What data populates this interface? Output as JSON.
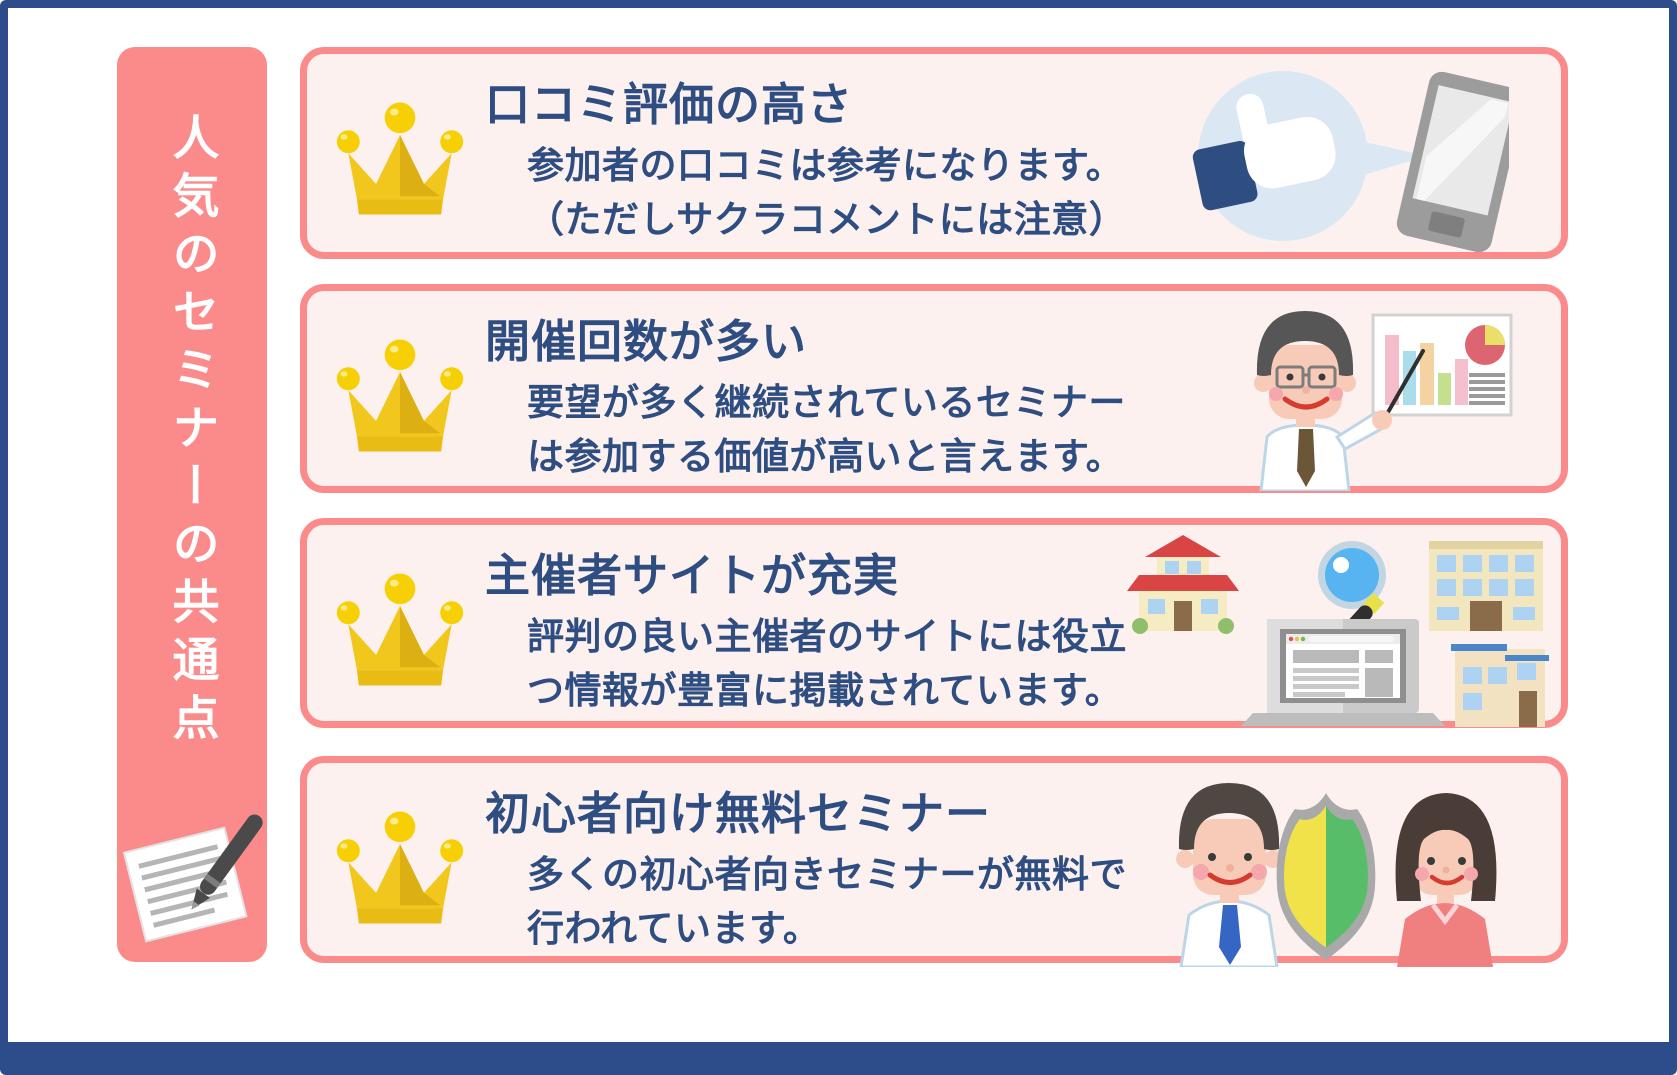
{
  "banner": {
    "title": "人気のセミナーの共通点",
    "icon": "memo-pen-icon"
  },
  "items": [
    {
      "rank_icon": "crown-icon",
      "title": "口コミ評価の高さ",
      "description_lines": [
        "参加者の口コミは参考になります。",
        "（ただしサクラコメントには注意）"
      ],
      "illustration_icons": [
        "thumbs-up-speech-bubble-icon",
        "smartphone-icon"
      ]
    },
    {
      "rank_icon": "crown-icon",
      "title": "開催回数が多い",
      "description_lines": [
        "要望が多く継続されているセミナー",
        "は参加する価値が高いと言えます。"
      ],
      "illustration_icons": [
        "presenter-icon",
        "whiteboard-chart-icon"
      ]
    },
    {
      "rank_icon": "crown-icon",
      "title": "主催者サイトが充実",
      "description_lines": [
        "評判の良い主催者のサイトには役立",
        "つ情報が豊富に掲載されています。"
      ],
      "illustration_icons": [
        "house-icon",
        "magnifier-icon",
        "office-building-icon",
        "laptop-icon",
        "small-building-icon"
      ]
    },
    {
      "rank_icon": "crown-icon",
      "title": "初心者向け無料セミナー",
      "description_lines": [
        "多くの初心者向きセミナーが無料で",
        "行われています。"
      ],
      "illustration_icons": [
        "man-icon",
        "wakaba-beginner-mark-icon",
        "woman-icon"
      ]
    }
  ],
  "colors": {
    "frame_border_navy": "#2c4c8a",
    "accent_salmon": "#fb8b8b",
    "card_background": "#fdf1f0",
    "text_navy": "#2e4d80",
    "crown_gold": "#f2c71d",
    "banner_text": "#ffffff"
  }
}
